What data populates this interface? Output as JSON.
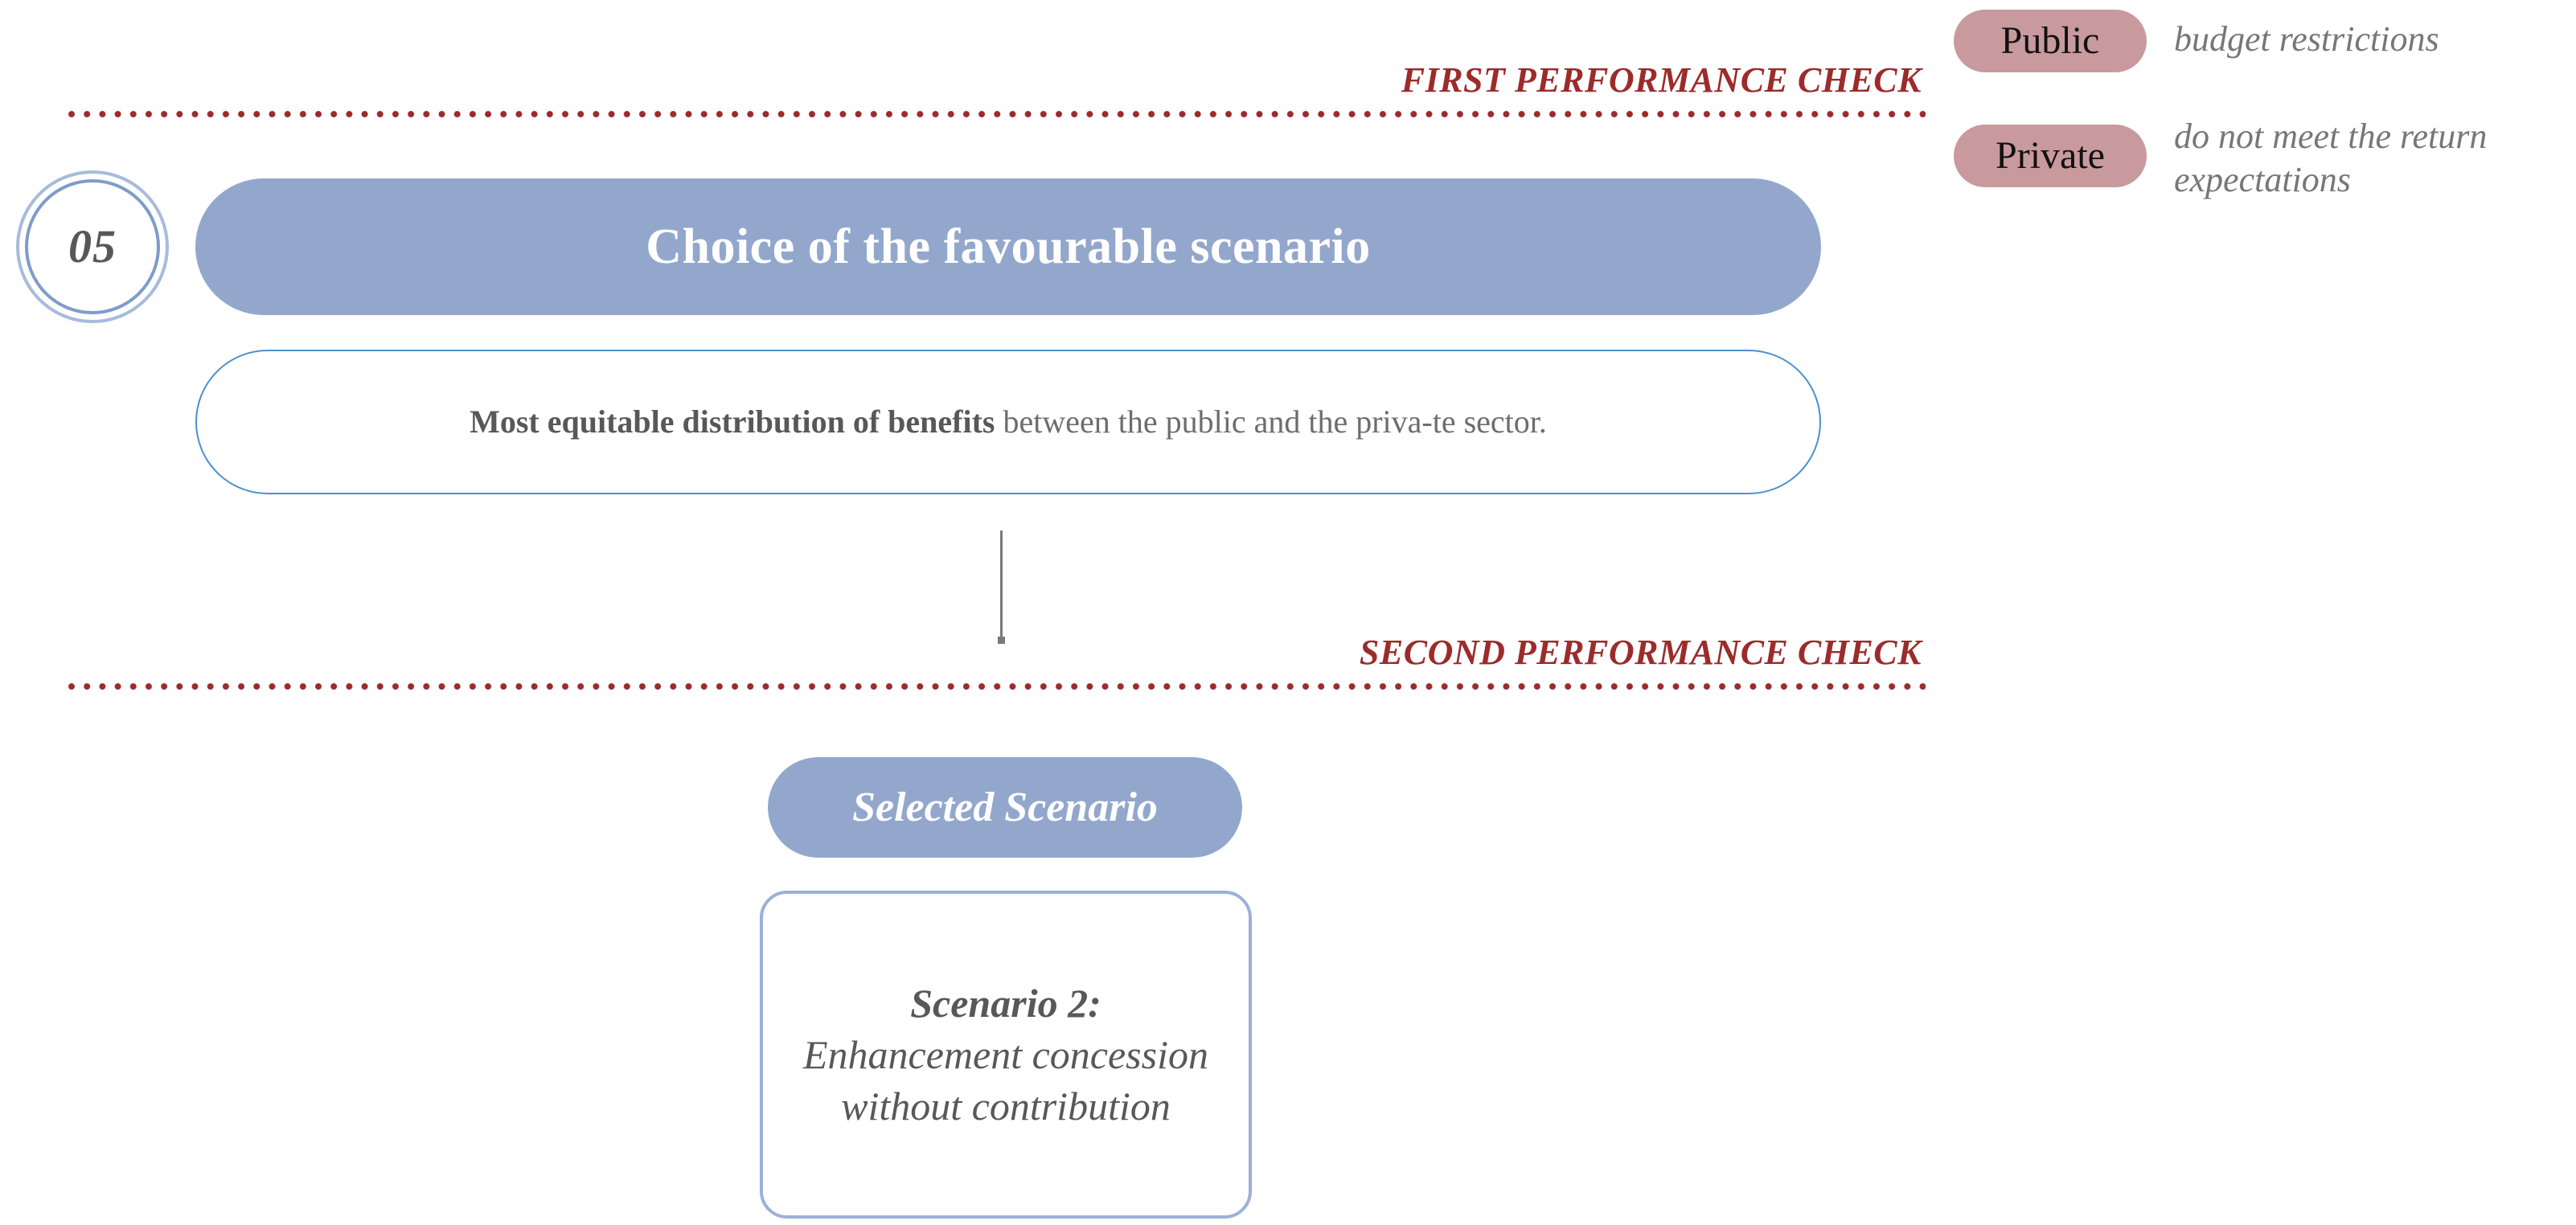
{
  "step": {
    "number": "05",
    "title": "Choice of the favourable scenario",
    "description_lead": "Most equitable distribution of benefits",
    "description_rest": " between the public and the priva-te sector."
  },
  "checks": {
    "first": "FIRST PERFORMANCE CHECK",
    "second": "SECOND PERFORMANCE CHECK"
  },
  "selected": {
    "header": "Selected Scenario",
    "name": "Scenario 2:",
    "detail": "Enhancement concession without contribution"
  },
  "legend": {
    "items": [
      {
        "pill": "Public",
        "desc": "budget restrictions"
      },
      {
        "pill": "Private",
        "desc": "do not meet the return expectations"
      }
    ]
  },
  "colors": {
    "blue_fill": "#93a7cd",
    "blue_outline": "#4a90cf",
    "blue_box_outline": "#9db0d8",
    "rose_pill": "#c89a9d",
    "dark_red": "#9c2b2b",
    "text_gray": "#6d6d6d",
    "connector_gray": "#7a7a7a"
  }
}
